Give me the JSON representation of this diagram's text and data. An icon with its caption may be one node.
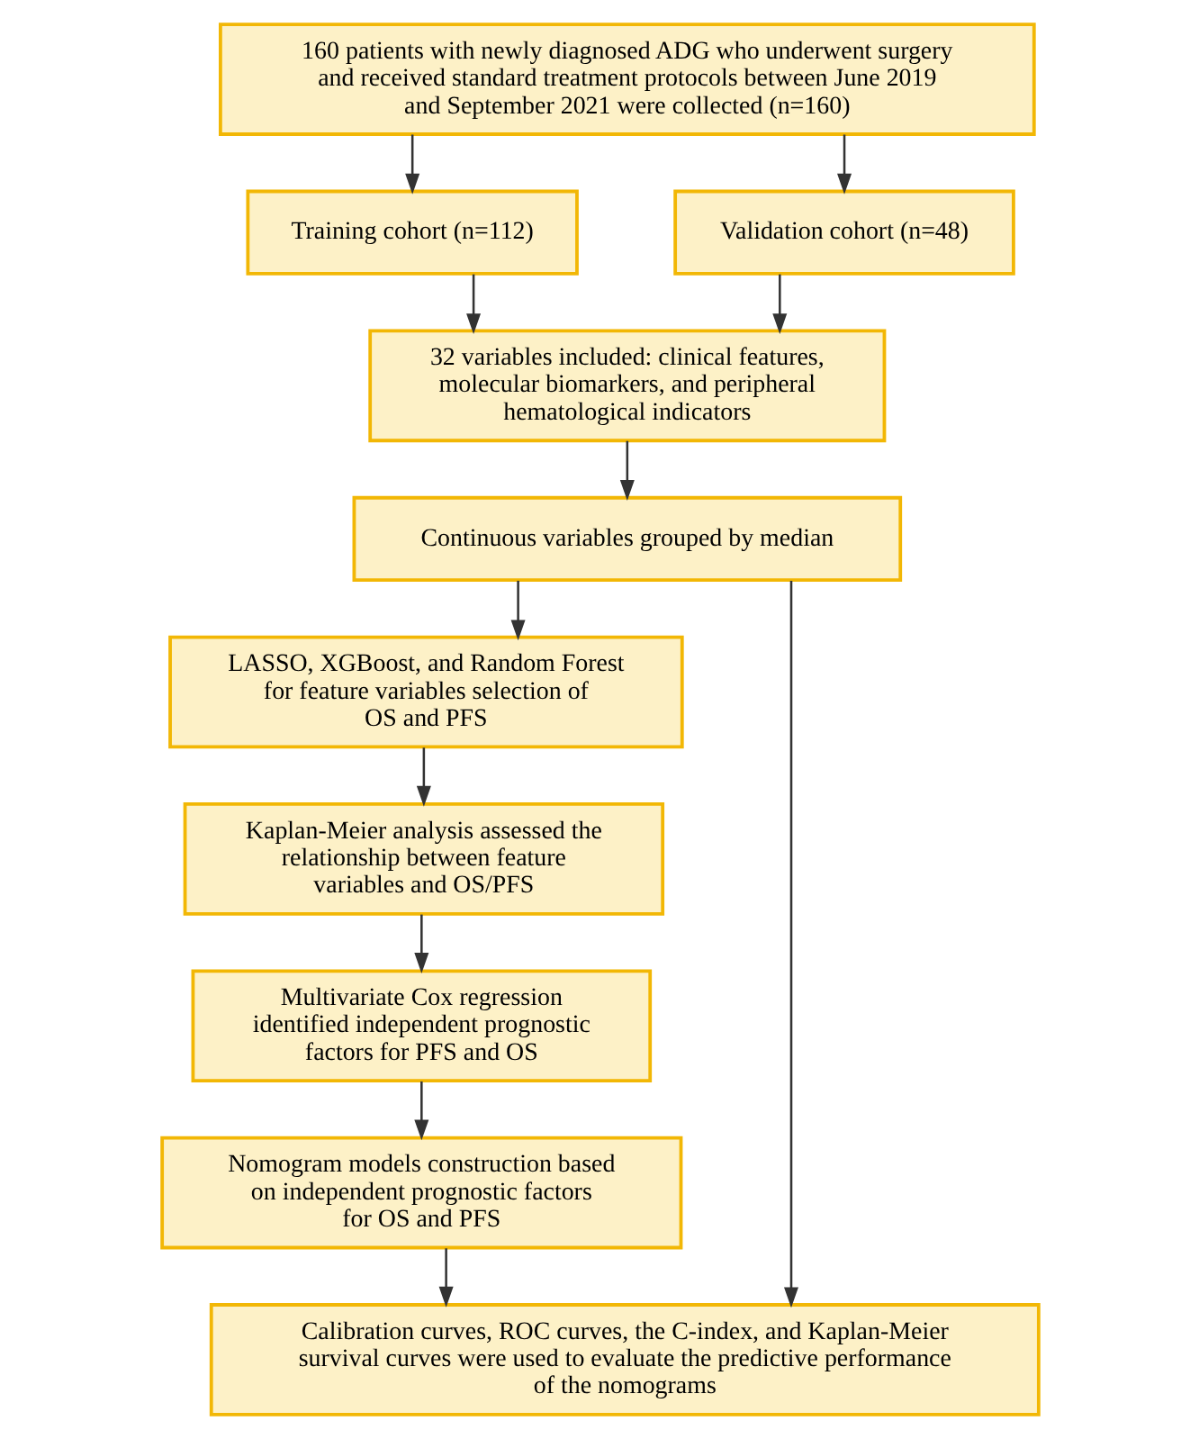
{
  "diagram": {
    "nodes": [
      {
        "text": [
          "160 patients with newly diagnosed ADG who underwent surgery and received standard treatment protocols between June 2019 and September 2021 were collected (n=160)"
        ]
      },
      {
        "text": [
          "Training cohort (n=112)"
        ]
      },
      {
        "text": [
          "Validation cohort (n=48)"
        ]
      },
      {
        "text": [
          "32 variables included: clinical features, molecular biomarkers, and peripheral hematological indicators"
        ]
      },
      {
        "text": [
          "Continuous variables grouped by median"
        ]
      },
      {
        "text": [
          "LASSO, XGBoost, and Random Forest for feature variables selection of OS and PFS"
        ]
      },
      {
        "text": [
          "Kaplan-Meier analysis assessed the relationship between feature variables and OS/PFS"
        ]
      },
      {
        "text": [
          "Multivariate Cox regression identified independent prognostic factors for PFS and OS"
        ]
      },
      {
        "text": [
          "Nomogram models construction based on independent prognostic factors for OS and PFS"
        ]
      },
      {
        "text": [
          "Calibration curves, ROC curves, the C-index, and Kaplan-Meier survival curves were used to evaluate the predictive performance of the nomograms"
        ]
      }
    ],
    "edges": [
      {
        "from": 0,
        "to": 1,
        "arrow": "to"
      },
      {
        "from": 0,
        "to": 2,
        "arrow": "to"
      },
      {
        "from": 1,
        "to": 3,
        "arrow": "to"
      },
      {
        "from": 2,
        "to": 3,
        "arrow": "to"
      },
      {
        "from": 3,
        "to": 4,
        "arrow": "to"
      },
      {
        "from": 4,
        "to": 5,
        "arrow": "to"
      },
      {
        "from": 5,
        "to": 6,
        "arrow": "to"
      },
      {
        "from": 6,
        "to": 7,
        "arrow": "to"
      },
      {
        "from": 7,
        "to": 8,
        "arrow": "to"
      },
      {
        "from": 8,
        "to": 9,
        "arrow": "to"
      },
      {
        "from": 4,
        "to": 9,
        "arrow": "to"
      }
    ]
  }
}
